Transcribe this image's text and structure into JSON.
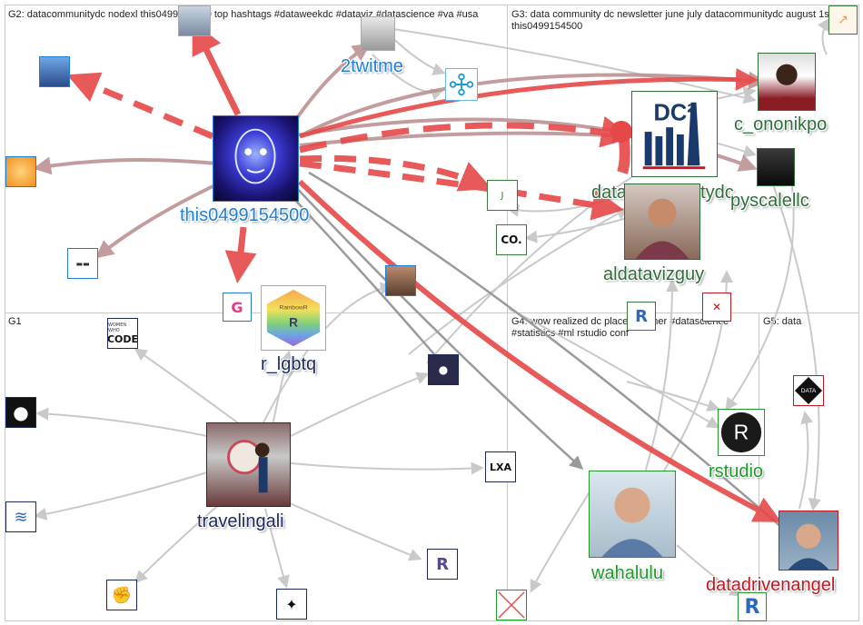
{
  "groups": {
    "g1": {
      "label": "G1"
    },
    "g2": {
      "label": "G2: datacommunitydc nodexl this0499154500 top hashtags #dataweekdc #dataviz #datascience #va #usa"
    },
    "g3": {
      "label": "G3: data community dc newsletter june july datacommunitydc august 1st this0499154500"
    },
    "g4": {
      "label": "G4: wow realized dc place summer #datascience #statistics #ml rstudio conf"
    },
    "g5": {
      "label": "G5: data"
    }
  },
  "labels": {
    "this0499154500": "this0499154500",
    "twitme": "2twitme",
    "r_lgbtq": "r_lgbtq",
    "datacommunitydc": "datacommunitydc",
    "c_ononikpo": "c_ononikpo",
    "pyscalellc": "pyscalellc",
    "aldatavizguy": "aldatavizguy",
    "travelingali": "travelingali",
    "rstudio": "rstudio",
    "wahalulu": "wahalulu",
    "datadrivenangel": "datadrivenangel"
  },
  "avatar_text": {
    "dc2": "DC²",
    "co": "CO.",
    "code_small": "WOMEN WHO",
    "code_big": "CODE",
    "r_letter": "R",
    "data_tile": "DATA",
    "rainbowr": "RainbowR"
  },
  "colors": {
    "strong_edge": "#e64848",
    "weak_edge": "#c9c9c9",
    "mid_edge": "#b98c8c",
    "group_border": "#c9c9c9",
    "label_blue": "#1f7fd6",
    "label_navy": "#1b2a5e",
    "label_green": "#1f9a2a",
    "label_dark_green": "#2f6e3a",
    "label_red": "#c8141e"
  }
}
